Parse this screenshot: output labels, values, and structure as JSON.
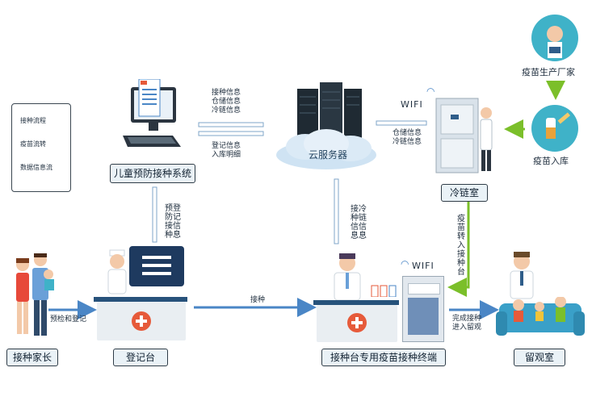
{
  "legend": {
    "items": [
      {
        "label": "接种流程",
        "color": "#4a86c6"
      },
      {
        "label": "疫苗流转",
        "color": "#7bbf2a"
      },
      {
        "label": "数据信息流",
        "color": "#7fa6c8"
      }
    ]
  },
  "nodes": {
    "system": "儿童预防接种系统",
    "cloud": "云服务器",
    "cold_room": "冷链室",
    "manufacturer": "疫苗生产厂家",
    "vaccine_in": "疫苗入库",
    "parent": "接种家长",
    "registration": "登记台",
    "terminal": "接种台专用疫苗接种终端",
    "observation": "留观室"
  },
  "edges": {
    "system_to_cloud": [
      "接种信息",
      "仓储信息",
      "冷链信息"
    ],
    "cloud_to_system": [
      "登记信息",
      "入库明细"
    ],
    "cold_to_cloud": [
      "仓储信息",
      "冷链信息"
    ],
    "wifi_top": "WIFI",
    "wifi_bottom": "WIFI",
    "reg_to_system": "预登防记接信种息",
    "terminal_to_cloud": "接冷种链信信息息",
    "cold_to_terminal": "疫苗转入接种台",
    "parent_to_reg": "预检和登记",
    "reg_to_terminal": "接种",
    "terminal_to_obs": [
      "完成接种",
      "进入留观"
    ]
  }
}
